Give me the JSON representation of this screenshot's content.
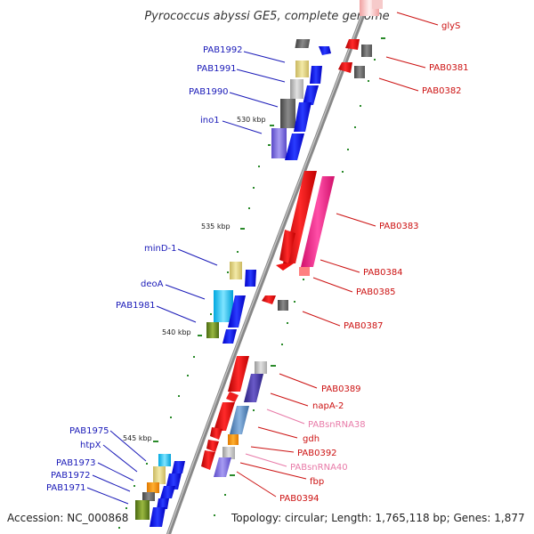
{
  "title": "Pyrococcus abyssi GE5, complete genome",
  "footer": {
    "accession": "Accession: NC_000868",
    "topology": "Topology: circular; Length: 1,765,118 bp; Genes: 1,877"
  },
  "scale_labels": [
    "530 kbp",
    "535 kbp",
    "540 kbp",
    "545 kbp"
  ],
  "genes_left": [
    "PAB1992",
    "PAB1991",
    "PAB1990",
    "ino1",
    "minD-1",
    "deoA",
    "PAB1981",
    "PAB1975",
    "htpX",
    "PAB1973",
    "PAB1972",
    "PAB1971"
  ],
  "genes_right": [
    "glyS",
    "PAB0381",
    "PAB0382",
    "PAB0383",
    "PAB0384",
    "PAB0385",
    "PAB0387",
    "PAB0389",
    "napA-2",
    "PABsnRNA38",
    "gdh",
    "PAB0392",
    "PABsnRNA40",
    "fbp",
    "PAB0394"
  ],
  "colors": {
    "blue_label": "#1a1ab8",
    "red_label": "#cc1111",
    "pink_label": "#e87aa8",
    "axis": "#888888",
    "tick": "#2a8a2a"
  }
}
